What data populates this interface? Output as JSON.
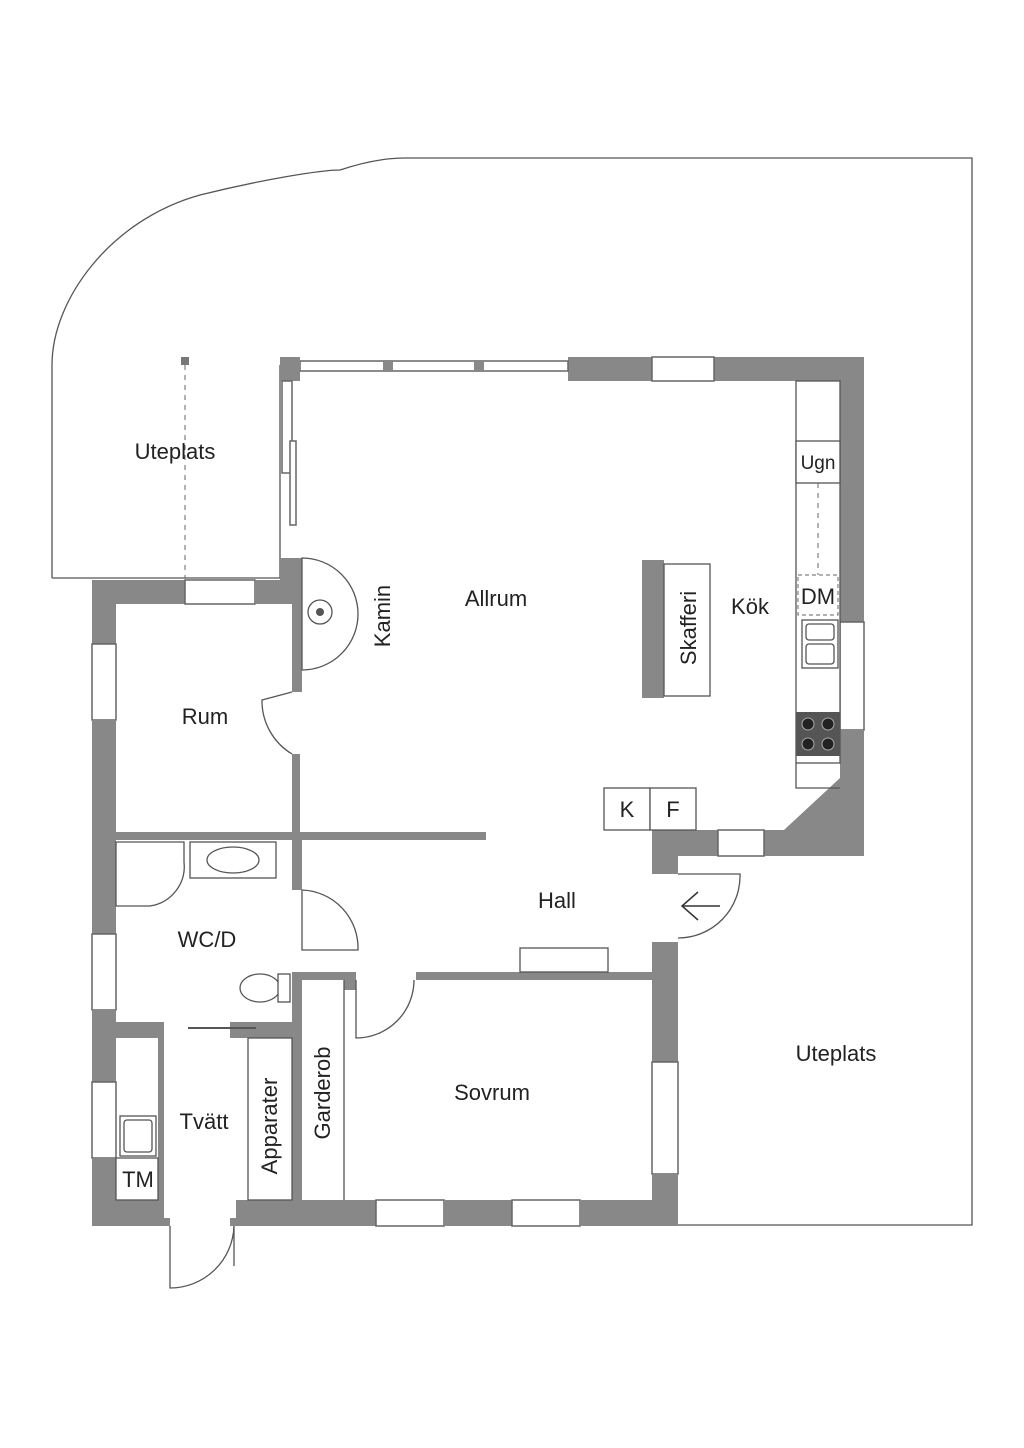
{
  "rooms": {
    "uteplats_nw": "Uteplats",
    "allrum": "Allrum",
    "kamin": "Kamin",
    "skafferi": "Skafferi",
    "kok": "Kök",
    "ugn": "Ugn",
    "dm": "DM",
    "rum": "Rum",
    "k": "K",
    "f": "F",
    "hall": "Hall",
    "wcd": "WC/D",
    "uteplats_se": "Uteplats",
    "sovrum": "Sovrum",
    "garderob": "Garderob",
    "apparater": "Apparater",
    "tvatt": "Tvätt",
    "tm": "TM"
  },
  "colors": {
    "wall": "#888888",
    "line": "#555555",
    "background": "#ffffff"
  }
}
